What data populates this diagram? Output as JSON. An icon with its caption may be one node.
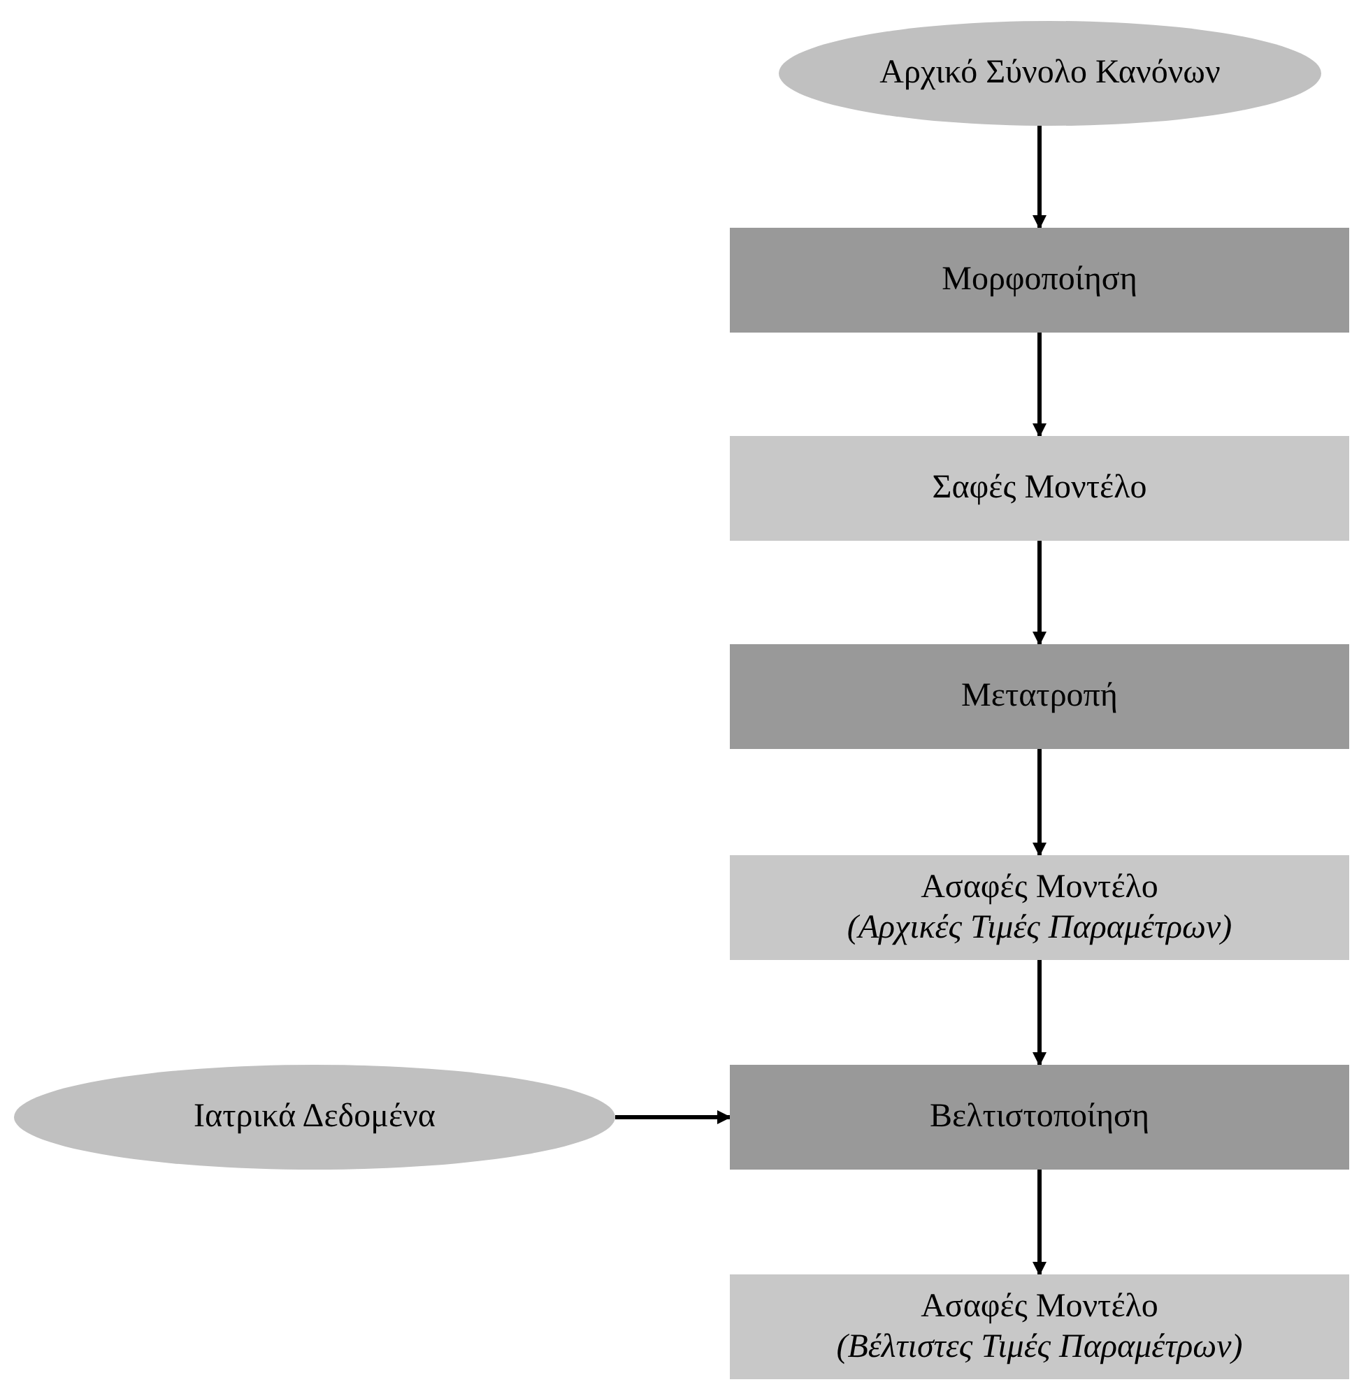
{
  "diagram": {
    "nodes": [
      {
        "text": [
          "Αρχικό Σύνολο Κανόνων"
        ]
      },
      {
        "text": [
          "Μορφοποίηση"
        ]
      },
      {
        "text": [
          "Σαφές Μοντέλο"
        ]
      },
      {
        "text": [
          "Μετατροπή"
        ]
      },
      {
        "text": [
          "Ασαφές Μοντέλο",
          "(Αρχικές Τιμές Παραμέτρων)"
        ]
      },
      {
        "text": [
          "Ιατρικά Δεδομένα"
        ]
      },
      {
        "text": [
          "Βελτιστοποίηση"
        ]
      },
      {
        "text": [
          "Ασαφές Μοντέλο",
          "(Βέλτιστες Τιμές Παραμέτρων)"
        ]
      }
    ],
    "edges": [
      {
        "from": 0,
        "to": 1,
        "arrow": "to"
      },
      {
        "from": 1,
        "to": 2,
        "arrow": "to"
      },
      {
        "from": 2,
        "to": 3,
        "arrow": "to"
      },
      {
        "from": 3,
        "to": 4,
        "arrow": "to"
      },
      {
        "from": 4,
        "to": 6,
        "arrow": "to"
      },
      {
        "from": 5,
        "to": 6,
        "arrow": "to"
      },
      {
        "from": 6,
        "to": 7,
        "arrow": "to"
      }
    ]
  }
}
